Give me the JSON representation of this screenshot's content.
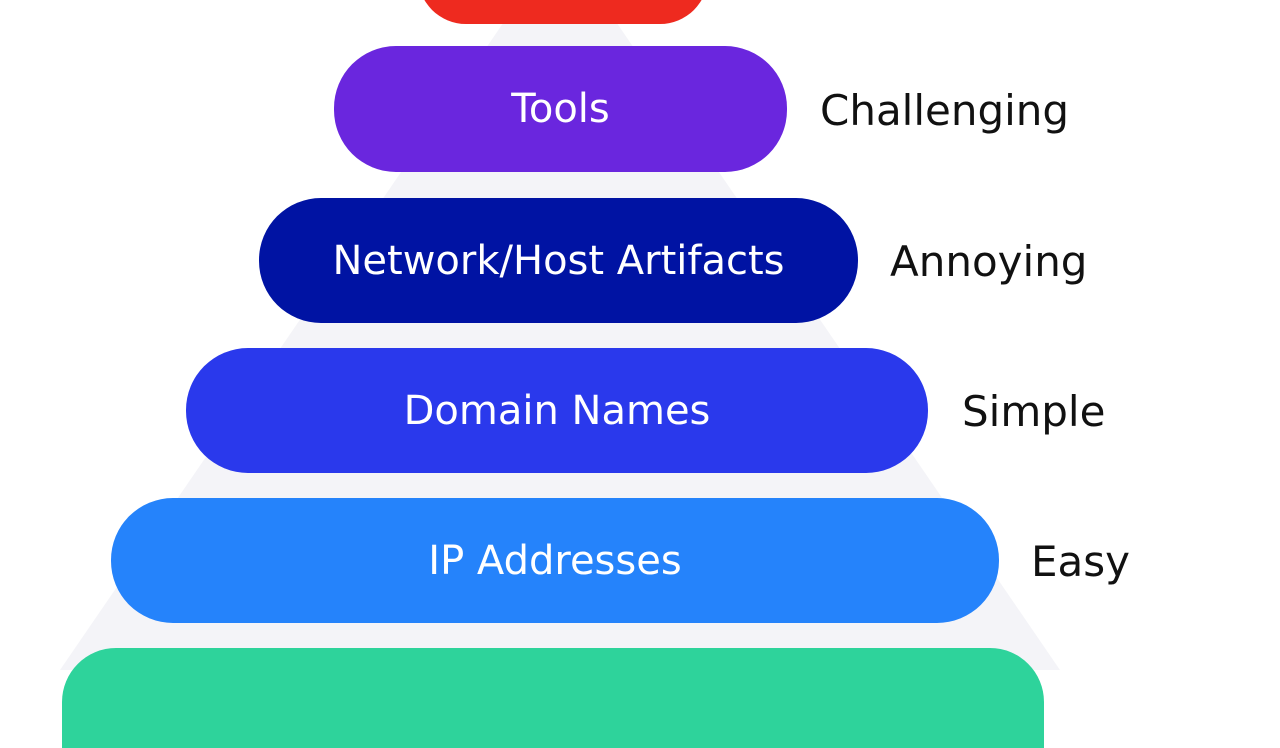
{
  "colors": {
    "top": "#EE2A1F",
    "tools": "#6A26DE",
    "network": "#0013A3",
    "domain": "#2A39EC",
    "ip": "#2583FB",
    "bottom": "#2ED39B",
    "text_dark": "#111111",
    "background_shape": "#F4F4F8"
  },
  "tiers": [
    {
      "label": "Tools",
      "difficulty": "Challenging"
    },
    {
      "label": "Network/Host Artifacts",
      "difficulty": "Annoying"
    },
    {
      "label": "Domain Names",
      "difficulty": "Simple"
    },
    {
      "label": "IP Addresses",
      "difficulty": "Easy"
    }
  ]
}
